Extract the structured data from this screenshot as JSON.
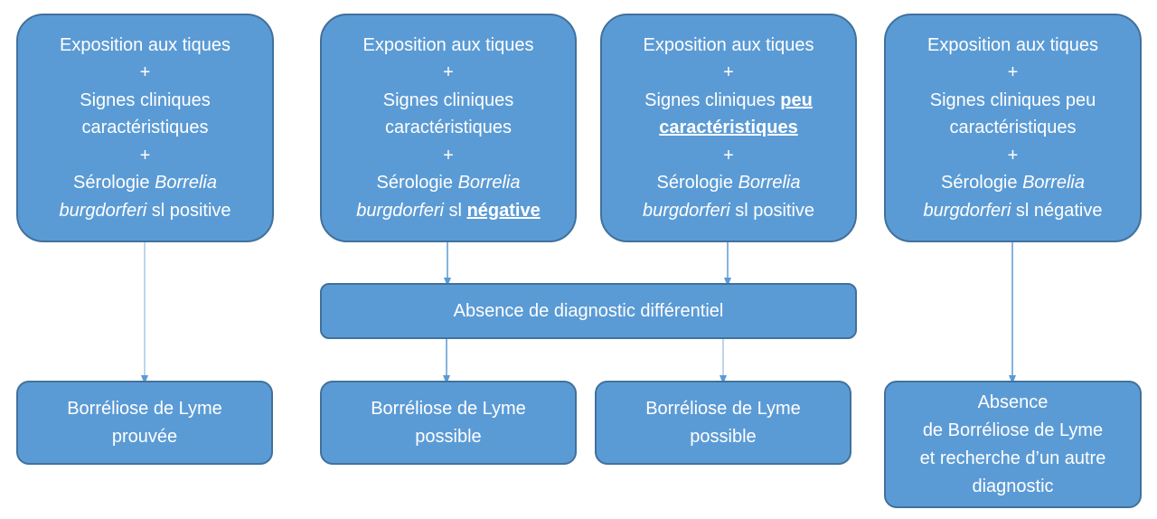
{
  "colors": {
    "box_fill": "#5b9bd5",
    "box_border": "#41719c",
    "text": "#ffffff",
    "arrow": "#5b9bd5"
  },
  "top_boxes": [
    {
      "line1": "Exposition aux tiques",
      "plus1": "+",
      "line2": "Signes cliniques",
      "line3": "caractéristiques",
      "plus2": "+",
      "line4_a": "Sérologie ",
      "line4_b": "Borrelia",
      "line5_a": "burgdorferi",
      "line5_b": " sl positive"
    },
    {
      "line1": "Exposition aux tiques",
      "plus1": "+",
      "line2": "Signes cliniques",
      "line3": "caractéristiques",
      "plus2": "+",
      "line4_a": "Sérologie ",
      "line4_b": "Borrelia",
      "line5_a": "burgdorferi",
      "line5_b": " sl ",
      "line5_c": "négative"
    },
    {
      "line1": "Exposition aux tiques",
      "plus1": "+",
      "line2_a": "Signes cliniques ",
      "line2_b": "peu",
      "line3": "caractéristiques",
      "plus2": "+",
      "line4_a": "Sérologie ",
      "line4_b": "Borrelia",
      "line5_a": "burgdorferi",
      "line5_b": " sl positive"
    },
    {
      "line1": "Exposition aux tiques",
      "plus1": "+",
      "line2": "Signes cliniques peu",
      "line3": "caractéristiques",
      "plus2": "+",
      "line4_a": "Sérologie ",
      "line4_b": "Borrelia",
      "line5_a": "burgdorferi",
      "line5_b": " sl négative"
    }
  ],
  "middle_box": {
    "label": "Absence de diagnostic différentiel"
  },
  "bottom_boxes": [
    {
      "line1": "Borréliose de Lyme",
      "line2": "prouvée"
    },
    {
      "line1": "Borréliose de Lyme",
      "line2": "possible"
    },
    {
      "line1": "Borréliose de Lyme",
      "line2": "possible"
    },
    {
      "line1": "Absence",
      "line2": "de Borréliose de Lyme",
      "line3": "et recherche d’un autre",
      "line4": "diagnostic"
    }
  ]
}
